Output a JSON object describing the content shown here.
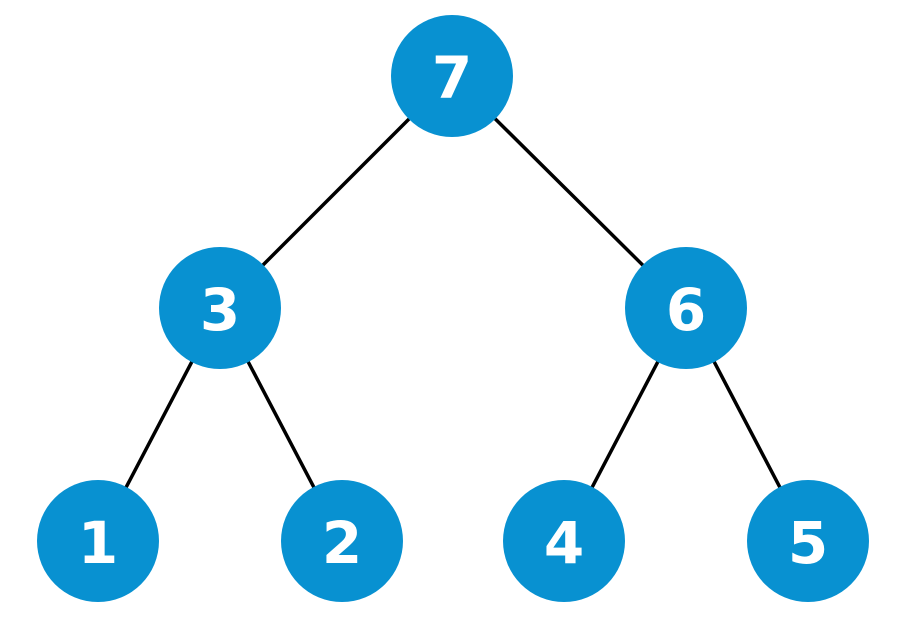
{
  "tree": {
    "node_color": "#0891d1",
    "label_color": "#ffffff",
    "edge_color": "#000000",
    "nodes": [
      {
        "id": "n7",
        "label": "7"
      },
      {
        "id": "n3",
        "label": "3"
      },
      {
        "id": "n6",
        "label": "6"
      },
      {
        "id": "n1",
        "label": "1"
      },
      {
        "id": "n2",
        "label": "2"
      },
      {
        "id": "n4",
        "label": "4"
      },
      {
        "id": "n5",
        "label": "5"
      }
    ],
    "edges": [
      {
        "from": "n7",
        "to": "n3"
      },
      {
        "from": "n7",
        "to": "n6"
      },
      {
        "from": "n3",
        "to": "n1"
      },
      {
        "from": "n3",
        "to": "n2"
      },
      {
        "from": "n6",
        "to": "n4"
      },
      {
        "from": "n6",
        "to": "n5"
      }
    ]
  }
}
